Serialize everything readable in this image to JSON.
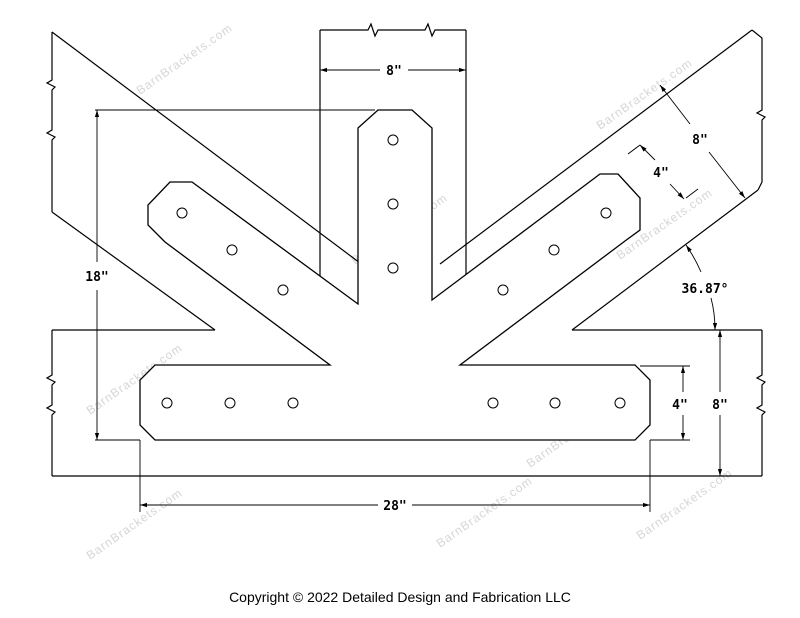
{
  "dimensions": {
    "post_width": "8\"",
    "height": "18\"",
    "rafter_width": "8\"",
    "rafter_arm_width": "4\"",
    "angle": "36.87°",
    "leg_width": "4\"",
    "beam_depth": "8\"",
    "overall_length": "28\""
  },
  "watermark": "BarnBrackets.com",
  "copyright": "Copyright © 2022 Detailed Design and Fabrication LLC"
}
